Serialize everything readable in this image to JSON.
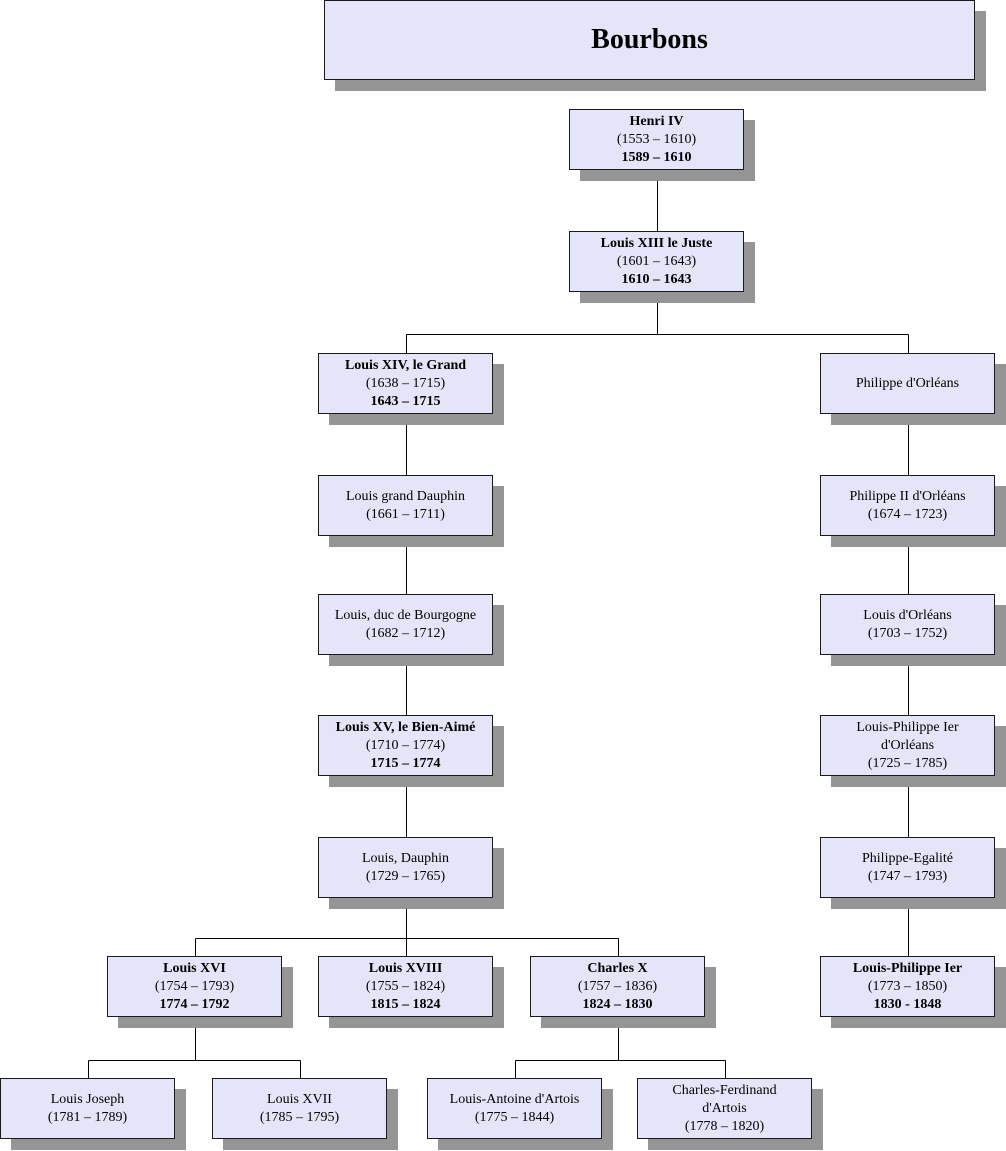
{
  "title": "Bourbons",
  "colors": {
    "box_fill": "#e5e5f9",
    "shadow": "#959595",
    "line": "#000000"
  },
  "people": {
    "henri_iv": {
      "lines": [
        "Henri IV",
        "(1553 – 1610)",
        "1589 – 1610"
      ],
      "bold": [
        0,
        2
      ]
    },
    "louis_xiii": {
      "lines": [
        "Louis XIII le Juste",
        "(1601 – 1643)",
        "1610 – 1643"
      ],
      "bold": [
        0,
        2
      ]
    },
    "louis_xiv": {
      "lines": [
        "Louis XIV, le Grand",
        "(1638 – 1715)",
        "1643 – 1715"
      ],
      "bold": [
        0,
        2
      ]
    },
    "philippe_orleans": {
      "lines": [
        "Philippe d'Orléans"
      ],
      "bold": []
    },
    "louis_grand_dauphin": {
      "lines": [
        "Louis grand Dauphin",
        "(1661 – 1711)"
      ],
      "bold": []
    },
    "philippe_ii": {
      "lines": [
        "Philippe II d'Orléans",
        "(1674 – 1723)"
      ],
      "bold": []
    },
    "louis_bourgogne": {
      "lines": [
        "Louis, duc de Bourgogne",
        "(1682 – 1712)"
      ],
      "bold": []
    },
    "louis_orleans": {
      "lines": [
        "Louis d'Orléans",
        "(1703 – 1752)"
      ],
      "bold": []
    },
    "louis_xv": {
      "lines": [
        "Louis XV, le Bien-Aimé",
        "(1710 – 1774)",
        "1715 – 1774"
      ],
      "bold": [
        0,
        2
      ]
    },
    "louis_philippe_i_orleans": {
      "lines": [
        "Louis-Philippe Ier",
        "d'Orléans",
        "(1725 – 1785)"
      ],
      "bold": []
    },
    "louis_dauphin": {
      "lines": [
        "Louis, Dauphin",
        "(1729 – 1765)"
      ],
      "bold": []
    },
    "philippe_egalite": {
      "lines": [
        "Philippe-Egalité",
        "(1747 – 1793)"
      ],
      "bold": []
    },
    "louis_xvi": {
      "lines": [
        "Louis XVI",
        "(1754 – 1793)",
        "1774 – 1792"
      ],
      "bold": [
        0,
        2
      ]
    },
    "louis_xviii": {
      "lines": [
        "Louis XVIII",
        "(1755 – 1824)",
        "1815 – 1824"
      ],
      "bold": [
        0,
        2
      ]
    },
    "charles_x": {
      "lines": [
        "Charles X",
        "(1757 – 1836)",
        "1824 – 1830"
      ],
      "bold": [
        0,
        2
      ]
    },
    "louis_philippe_ier": {
      "lines": [
        "Louis-Philippe Ier",
        "(1773 – 1850)",
        "1830 - 1848"
      ],
      "bold": [
        0,
        2
      ]
    },
    "louis_joseph": {
      "lines": [
        "Louis Joseph",
        "(1781 – 1789)"
      ],
      "bold": []
    },
    "louis_xvii": {
      "lines": [
        "Louis XVII",
        "(1785 – 1795)"
      ],
      "bold": []
    },
    "louis_antoine": {
      "lines": [
        "Louis-Antoine d'Artois",
        "(1775 – 1844)"
      ],
      "bold": []
    },
    "charles_ferdinand": {
      "lines": [
        "Charles-Ferdinand",
        "d'Artois",
        "(1778 – 1820)"
      ],
      "bold": []
    }
  },
  "relations": [
    [
      "henri_iv",
      "louis_xiii"
    ],
    [
      "louis_xiii",
      "louis_xiv"
    ],
    [
      "louis_xiii",
      "philippe_orleans"
    ],
    [
      "louis_xiv",
      "louis_grand_dauphin"
    ],
    [
      "louis_grand_dauphin",
      "louis_bourgogne"
    ],
    [
      "louis_bourgogne",
      "louis_xv"
    ],
    [
      "louis_xv",
      "louis_dauphin"
    ],
    [
      "louis_dauphin",
      "louis_xvi"
    ],
    [
      "louis_dauphin",
      "louis_xviii"
    ],
    [
      "louis_dauphin",
      "charles_x"
    ],
    [
      "louis_xvi",
      "louis_joseph"
    ],
    [
      "louis_xvi",
      "louis_xvii"
    ],
    [
      "charles_x",
      "louis_antoine"
    ],
    [
      "charles_x",
      "charles_ferdinand"
    ],
    [
      "philippe_orleans",
      "philippe_ii"
    ],
    [
      "philippe_ii",
      "louis_orleans"
    ],
    [
      "louis_orleans",
      "louis_philippe_i_orleans"
    ],
    [
      "louis_philippe_i_orleans",
      "philippe_egalite"
    ],
    [
      "philippe_egalite",
      "louis_philippe_ier"
    ]
  ]
}
